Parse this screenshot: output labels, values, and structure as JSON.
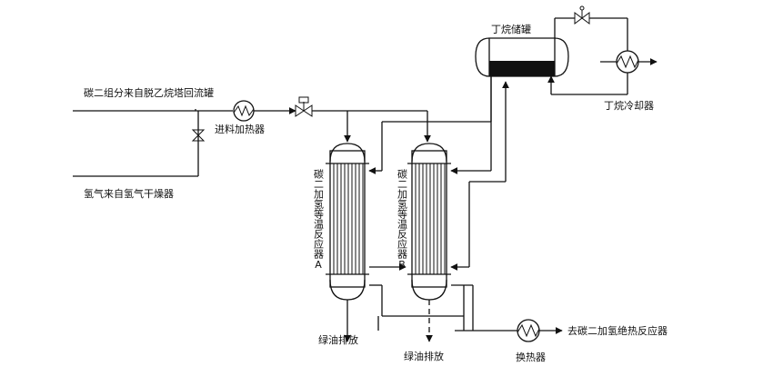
{
  "labels": {
    "feed_c2": "碳二组分来自脱乙烷塔回流罐",
    "feed_h2": "氢气来自氢气干燥器",
    "feed_heater": "进料加热器",
    "butane_tank": "丁烷储罐",
    "butane_cooler": "丁烷冷却器",
    "reactor_a": "碳二加氢等温反应器A",
    "reactor_b": "碳二加氢等温反应器B",
    "green_oil_a": "绿油排放",
    "green_oil_b": "绿油排放",
    "heat_exchanger": "换热器",
    "outlet": "去碳二加氢绝热反应器"
  },
  "colors": {
    "line": "#111111",
    "tank_fill": "#111111"
  }
}
